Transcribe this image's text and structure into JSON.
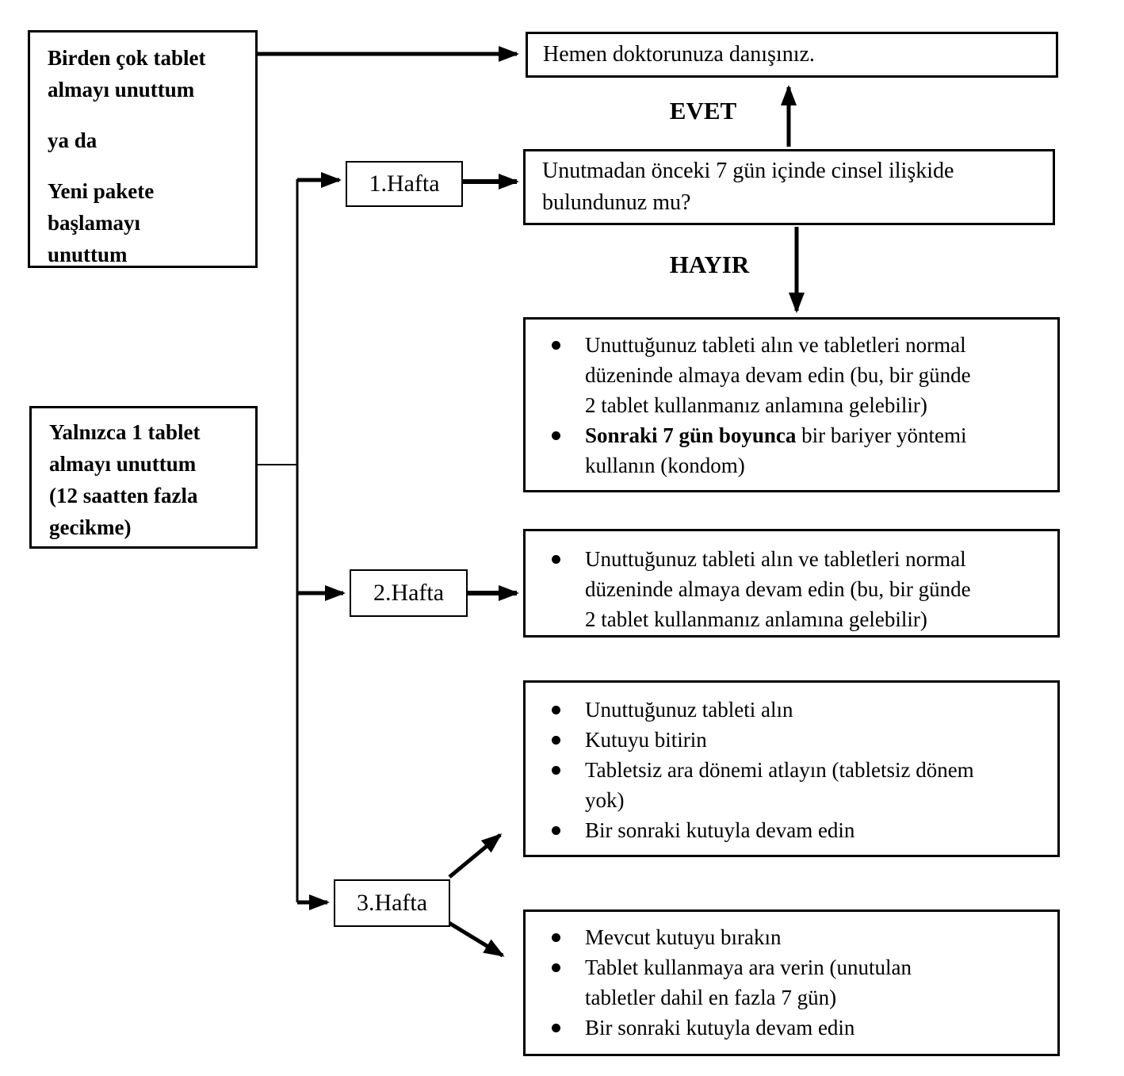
{
  "diagram": {
    "forgot_multiple": {
      "para1": "Birden çok tablet\nalmayı unuttum",
      "para2": "ya da",
      "para3": "Yeni pakete\nbaşlamayı\nunuttum"
    },
    "consult_doctor": "Hemen doktorunuza danışınız.",
    "labels": {
      "yes": "EVET",
      "no": "HAYIR"
    },
    "week1": "1.Hafta",
    "week2": "2.Hafta",
    "week3": "3.Hafta",
    "question": "Unutmadan önceki 7 gün içinde cinsel ilişkide\nbulundunuz mu?",
    "advice_week1": {
      "item1": "Unuttuğunuz tableti alın ve tabletleri normal\ndüzeninde almaya devam edin (bu, bir günde\n2 tablet kullanmanız anlamına gelebilir)",
      "item2_bold": "Sonraki 7 gün boyunca",
      "item2_rest": " bir bariyer yöntemi\nkullanın (kondom)"
    },
    "forgot_single": "Yalnızca 1 tablet\nalmayı unuttum\n(12 saatten fazla\ngecikme)",
    "advice_week2": {
      "item1": "Unuttuğunuz tableti alın ve tabletleri normal\ndüzeninde almaya devam edin (bu, bir günde\n2 tablet kullanmanız anlamına gelebilir)"
    },
    "advice_week3_continue": {
      "item1": "Unuttuğunuz tableti alın",
      "item2": "Kutuyu bitirin",
      "item3": "Tabletsiz ara dönemi atlayın (tabletsiz dönem\nyok)",
      "item4": "Bir sonraki kutuyla devam edin"
    },
    "advice_week3_stop": {
      "item1": "Mevcut kutuyu bırakın",
      "item2": "Tablet kullanmaya ara verin (unutulan\ntabletler dahil en fazla 7 gün)",
      "item3": "Bir sonraki kutuyla devam edin"
    }
  },
  "colors": {
    "line": "#000000",
    "background": "#ffffff",
    "text": "#000000"
  }
}
